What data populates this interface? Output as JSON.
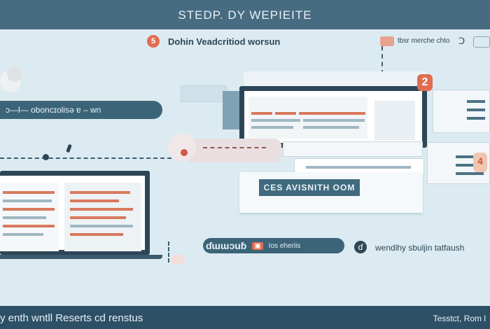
{
  "header": {
    "title": "STEDP. DY WEPIEITE"
  },
  "step5": {
    "badge": "5",
    "text": "Dohin Veadcritiod worsun"
  },
  "top_right_label": {
    "text": "tbsr merche chto",
    "arrow": "Ↄ"
  },
  "left_pill": {
    "text": "ɔ—l— oboncɪolisə ɐ – wn"
  },
  "badge_2": "2",
  "badge_4": "4",
  "center_banner": {
    "text": "CES AVISNITH OOM"
  },
  "bottom_pill": {
    "text": "ɗɯɯɔuɓ",
    "tag_icon": "▣",
    "subtext": "Ios eheriis"
  },
  "right_caption": {
    "icon": "ɗ",
    "text": "wendlhy sbuljin tatfaush"
  },
  "footer": {
    "left": "y enth wntll Reserts cd renstus",
    "right": "Tesstct, Rom l"
  },
  "colors": {
    "accent": "#e06d52",
    "dark": "#2e5066",
    "header": "#476b80",
    "background": "#dcebf1"
  }
}
